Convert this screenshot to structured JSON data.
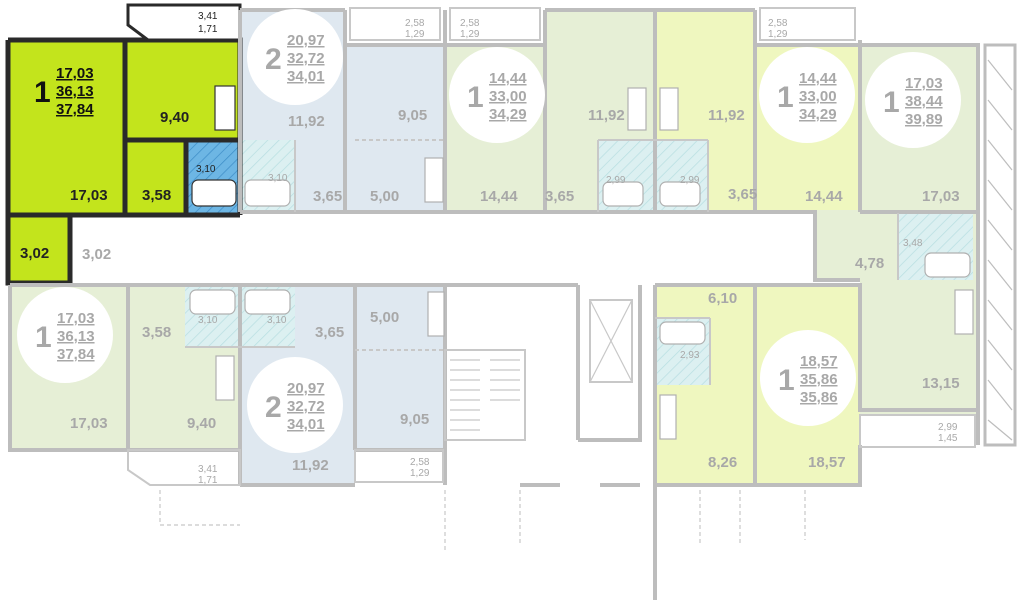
{
  "colors": {
    "selected_fill": "#c3e41c",
    "selected_bath": "#5aa9dd",
    "green_fill": "#e6efd6",
    "lime_fill": "#eff7bf",
    "blue_fill": "#dfe8f0",
    "bath_fill": "#dcf0f1",
    "wall": "#bdbdbd",
    "wall_dark": "#2a2a2a"
  },
  "apartments": [
    {
      "id": "apt-selected",
      "rooms": "1",
      "living": "17,03",
      "total": "36,13",
      "total_balcony": "37,84",
      "selected": true
    },
    {
      "id": "apt-top-2room",
      "rooms": "2",
      "living": "20,97",
      "total": "32,72",
      "total_balcony": "34,01"
    },
    {
      "id": "apt-top-mid1",
      "rooms": "1",
      "living": "14,44",
      "total": "33,00",
      "total_balcony": "34,29"
    },
    {
      "id": "apt-top-mid2",
      "rooms": "1",
      "living": "14,44",
      "total": "33,00",
      "total_balcony": "34,29"
    },
    {
      "id": "apt-top-right",
      "rooms": "1",
      "living": "17,03",
      "total": "38,44",
      "total_balcony": "39,89"
    },
    {
      "id": "apt-bottom-left",
      "rooms": "1",
      "living": "17,03",
      "total": "36,13",
      "total_balcony": "37,84"
    },
    {
      "id": "apt-bottom-2room",
      "rooms": "2",
      "living": "20,97",
      "total": "32,72",
      "total_balcony": "34,01"
    },
    {
      "id": "apt-bottom-right",
      "rooms": "1",
      "living": "18,57",
      "total": "35,86",
      "total_balcony": "35,86"
    }
  ],
  "room_labels": {
    "sel_living": "17,03",
    "sel_kitchen": "9,40",
    "sel_hall": "3,58",
    "sel_bath": "3,10",
    "sel_closet": "3,02",
    "sel_balcony_area": "3,41",
    "sel_balcony_reduced": "1,71",
    "r_11_92_a": "11,92",
    "r_9_05_a": "9,05",
    "r_3_10_a": "3,10",
    "r_3_65_a": "3,65",
    "r_5_00_a": "5,00",
    "bal_2_58_a": "2,58",
    "bal_1_29_a": "1,29",
    "bal_2_58_b": "2,58",
    "bal_1_29_b": "1,29",
    "r_11_92_b": "11,92",
    "r_11_92_c": "11,92",
    "r_14_44_a": "14,44",
    "r_3_65_b": "3,65",
    "r_2_99_a": "2,99",
    "r_2_99_b": "2,99",
    "r_3_65_c": "3,65",
    "r_14_44_b": "14,44",
    "bal_2_58_c": "2,58",
    "bal_1_29_c": "1,29",
    "r_17_03_tr": "17,03",
    "r_3_48": "3,48",
    "r_4_78": "4,78",
    "r_3_02_b": "3,02",
    "r_3_58_b": "3,58",
    "r_3_10_b": "3,10",
    "r_3_10_c": "3,10",
    "r_3_65_d": "3,65",
    "r_5_00_b": "5,00",
    "r_17_03_bl": "17,03",
    "r_9_40_b": "9,40",
    "r_9_05_b": "9,05",
    "r_11_92_d": "11,92",
    "bal_3_41_b": "3,41",
    "bal_1_71_b": "1,71",
    "bal_2_58_d": "2,58",
    "bal_1_29_d": "1,29",
    "r_6_10": "6,10",
    "r_2_93": "2,93",
    "r_8_26": "8,26",
    "r_18_57": "18,57",
    "r_13_15": "13,15",
    "bal_2_99": "2,99",
    "bal_1_45": "1,45"
  }
}
